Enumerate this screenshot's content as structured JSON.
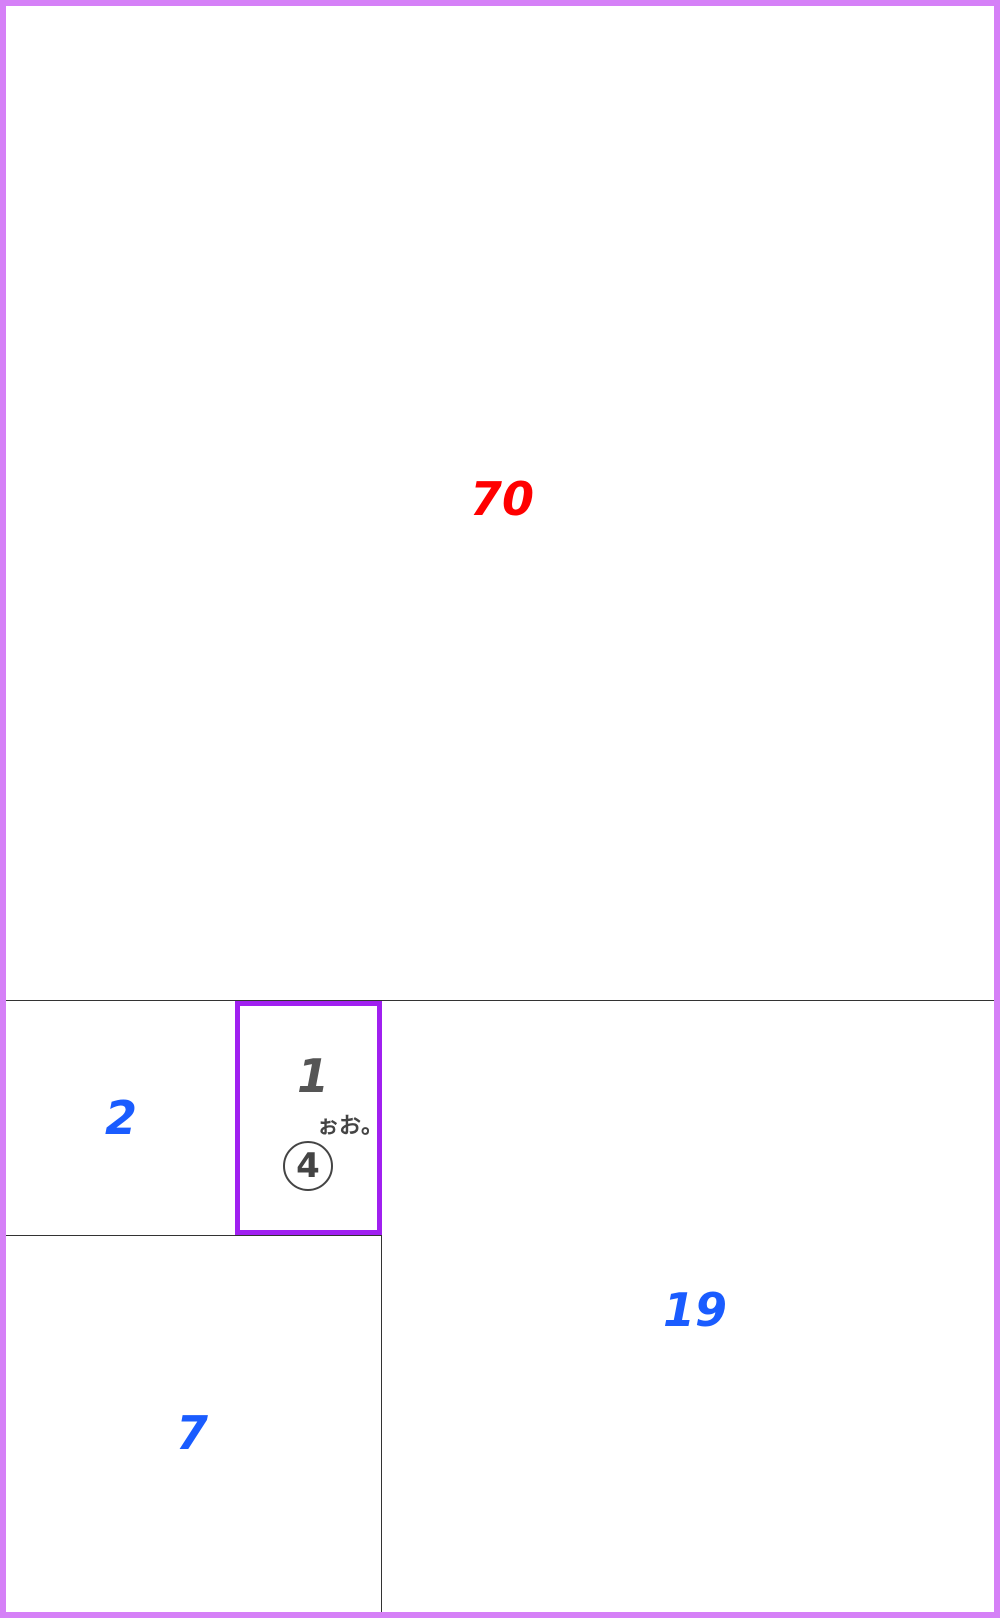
{
  "colors": {
    "frame_border": "#d580f7",
    "selected_border": "#a020f0",
    "number_red": "#ff0000",
    "number_blue": "#1a5cff",
    "number_gray": "#555555",
    "grid_line": "#333333"
  },
  "cells": [
    {
      "id": "top",
      "value": "70",
      "color": "#ff0000"
    },
    {
      "id": "left-small",
      "value": "2",
      "color": "#1a5cff"
    },
    {
      "id": "selected",
      "value": "1",
      "color": "#555555"
    },
    {
      "id": "bottom-left",
      "value": "7",
      "color": "#1a5cff"
    },
    {
      "id": "right",
      "value": "19",
      "color": "#1a5cff"
    }
  ],
  "selected_cell": {
    "hint_text": "ぉお。",
    "circled_number": "④"
  }
}
